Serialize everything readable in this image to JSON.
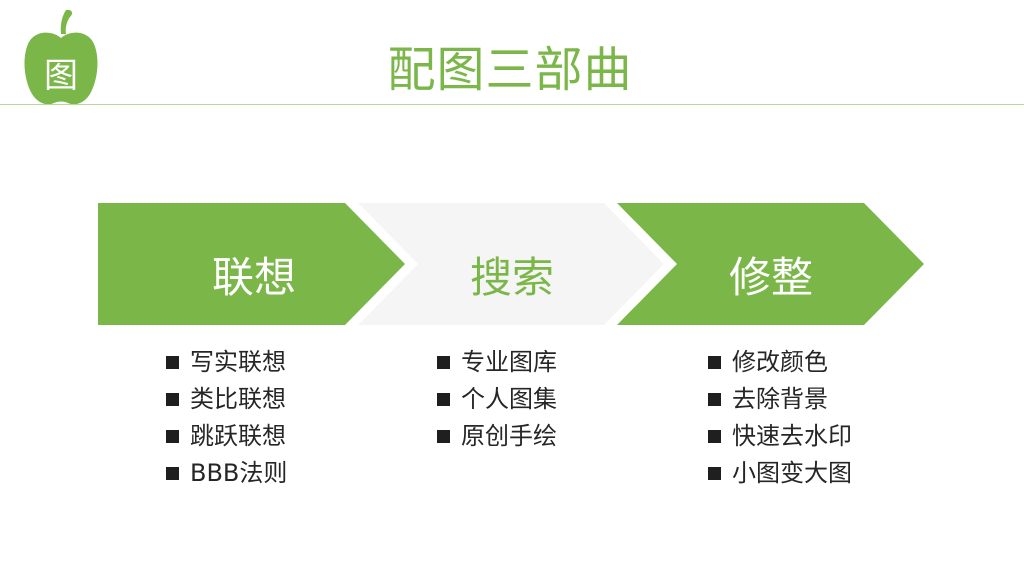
{
  "colors": {
    "accent": "#7ab648",
    "arrow_light": "#f5f5f5",
    "text": "#262626"
  },
  "logo": {
    "icon": "apple-icon",
    "char": "图"
  },
  "title": "配图三部曲",
  "steps": [
    {
      "label": "联想",
      "items": [
        "写实联想",
        "类比联想",
        "跳跃联想",
        "BBB法则"
      ]
    },
    {
      "label": "搜索",
      "items": [
        "专业图库",
        "个人图集",
        "原创手绘"
      ]
    },
    {
      "label": "修整",
      "items": [
        "修改颜色",
        "去除背景",
        "快速去水印",
        "小图变大图"
      ]
    }
  ]
}
